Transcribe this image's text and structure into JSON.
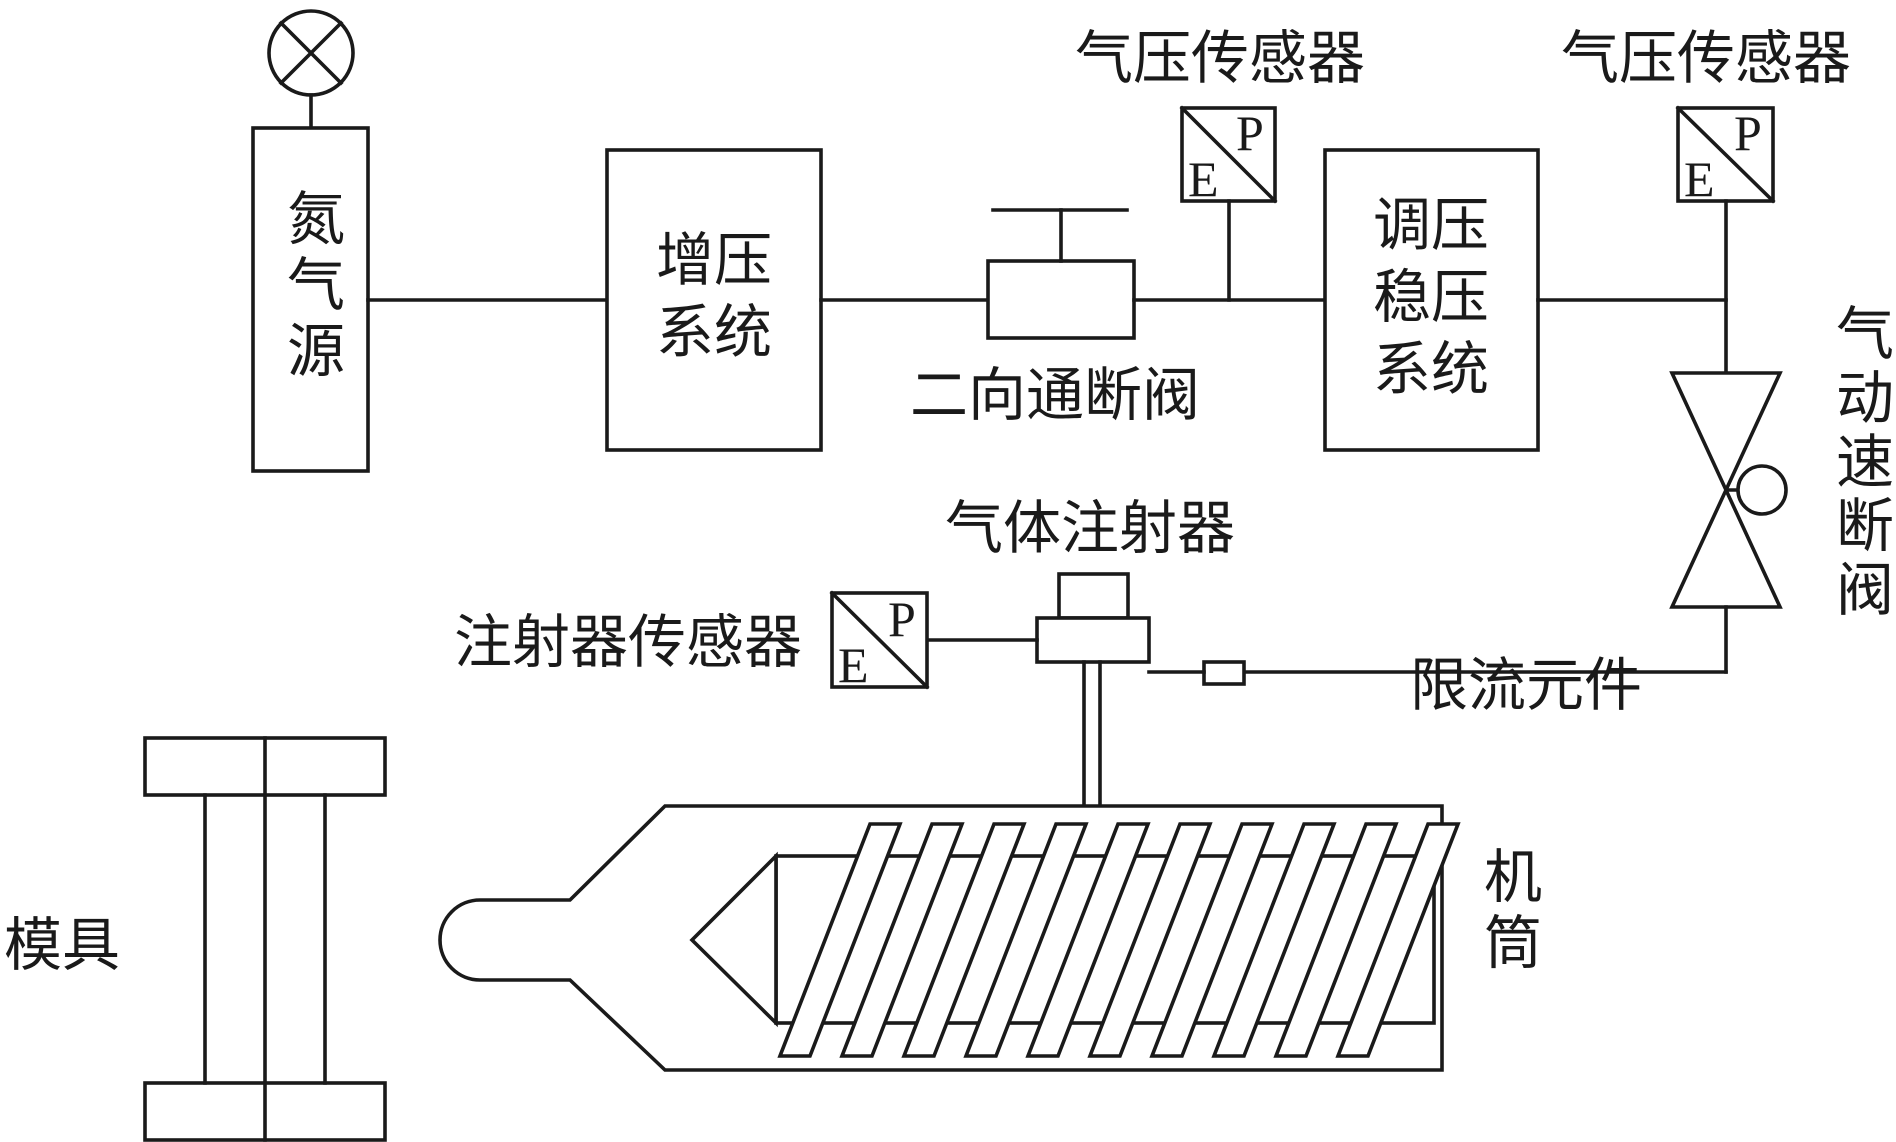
{
  "components": {
    "nitrogen_source": "氮气源",
    "booster_line1": "增压",
    "booster_line2": "系统",
    "two_way_valve": "二向通断阀",
    "pressure_sensor_1": "气压传感器",
    "pressure_sensor_2": "气压传感器",
    "regulator_line1": "调压",
    "regulator_line2": "稳压",
    "regulator_line3": "系统",
    "pneumatic_valve": "气动速断阀",
    "gas_injector": "气体注射器",
    "injector_sensor": "注射器传感器",
    "flow_limiter": "限流元件",
    "mold": "模具",
    "barrel": "机筒"
  },
  "sensor_symbol": {
    "e": "E",
    "p": "P"
  }
}
